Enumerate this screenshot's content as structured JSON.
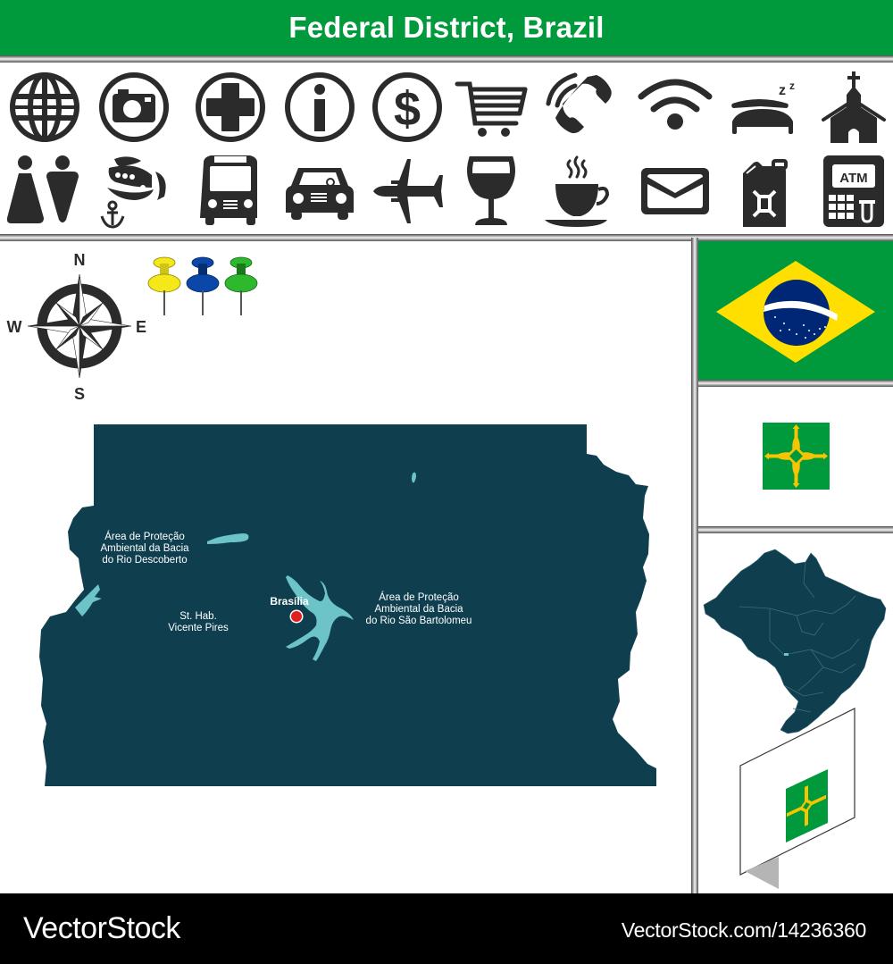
{
  "header": {
    "title": "Federal District, Brazil",
    "background_color": "#009a3d"
  },
  "icons": {
    "row1": [
      {
        "name": "globe-icon"
      },
      {
        "name": "camera-icon"
      },
      {
        "name": "medical-cross-icon"
      },
      {
        "name": "info-icon"
      },
      {
        "name": "dollar-icon"
      },
      {
        "name": "shopping-cart-icon"
      },
      {
        "name": "phone-icon"
      },
      {
        "name": "wifi-icon"
      },
      {
        "name": "hotel-bed-icon",
        "glyph": "z z"
      },
      {
        "name": "church-icon"
      }
    ],
    "row2": [
      {
        "name": "restroom-icon"
      },
      {
        "name": "cruise-ship-anchor-icon"
      },
      {
        "name": "bus-icon"
      },
      {
        "name": "car-icon"
      },
      {
        "name": "airplane-icon"
      },
      {
        "name": "wine-glass-icon"
      },
      {
        "name": "coffee-cup-icon"
      },
      {
        "name": "envelope-icon"
      },
      {
        "name": "fuel-canister-icon"
      },
      {
        "name": "atm-icon",
        "label": "ATM"
      }
    ],
    "color": "#2b2b2b"
  },
  "compass": {
    "north": "N",
    "south": "S",
    "east": "E",
    "west": "W"
  },
  "pins": [
    {
      "color": "yellow",
      "hex": "#f4e81a"
    },
    {
      "color": "blue",
      "hex": "#0a47a8"
    },
    {
      "color": "green",
      "hex": "#2eb82e"
    }
  ],
  "map": {
    "region_color": "#0f3f4f",
    "water_color": "#6cc3c8",
    "capital_marker_color": "#e0201c",
    "labels": {
      "descoberto": [
        "Área de Proteção",
        "Ambiental da Bacia",
        "do Rio Descoberto"
      ],
      "vicente_pires": [
        "St. Hab.",
        "Vicente Pires"
      ],
      "capital": "Brasília",
      "sao_bartolomeu": [
        "Área de Proteção",
        "Ambiental da Bacia",
        "do Rio São Bartolomeu"
      ]
    }
  },
  "side_panel": {
    "brazil_flag": {
      "green": "#009a3d",
      "yellow": "#fedf00",
      "blue": "#002776"
    },
    "df_flag": {
      "green": "#009a3d",
      "yellow": "#f6c400"
    },
    "mini_map": {
      "color": "#0f3f4f",
      "highlight": "#6cc3c8"
    }
  },
  "footer": {
    "brand": "VectorStock",
    "reference": "VectorStock.com/14236360"
  }
}
